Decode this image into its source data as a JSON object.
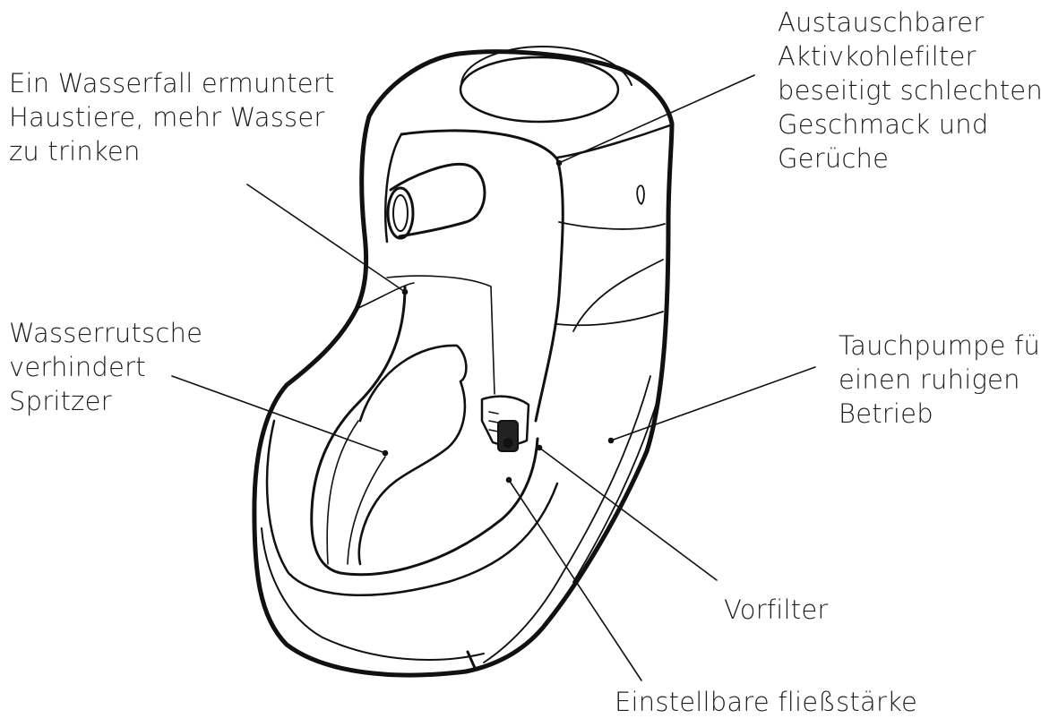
{
  "colors": {
    "ink": "#111111",
    "text": "#1e1e1e",
    "background": "#ffffff"
  },
  "callouts": {
    "waterfall": [
      "Ein Wasserfall ermuntert",
      "Haustiere, mehr Wasser",
      "zu trinken"
    ],
    "filter": [
      "Austauschbarer",
      "Aktivkohlefilter",
      "beseitigt schlechten",
      "Geschmack und",
      "Gerüche"
    ],
    "slide": [
      "Wasserrutsche",
      "verhindert",
      "Spritzer"
    ],
    "pump": [
      "Tauchpumpe für",
      "einen ruhigen",
      "Betrieb"
    ],
    "prefilter": [
      "Vorfilter"
    ],
    "flow": [
      "Einstellbare fließstärke"
    ]
  }
}
